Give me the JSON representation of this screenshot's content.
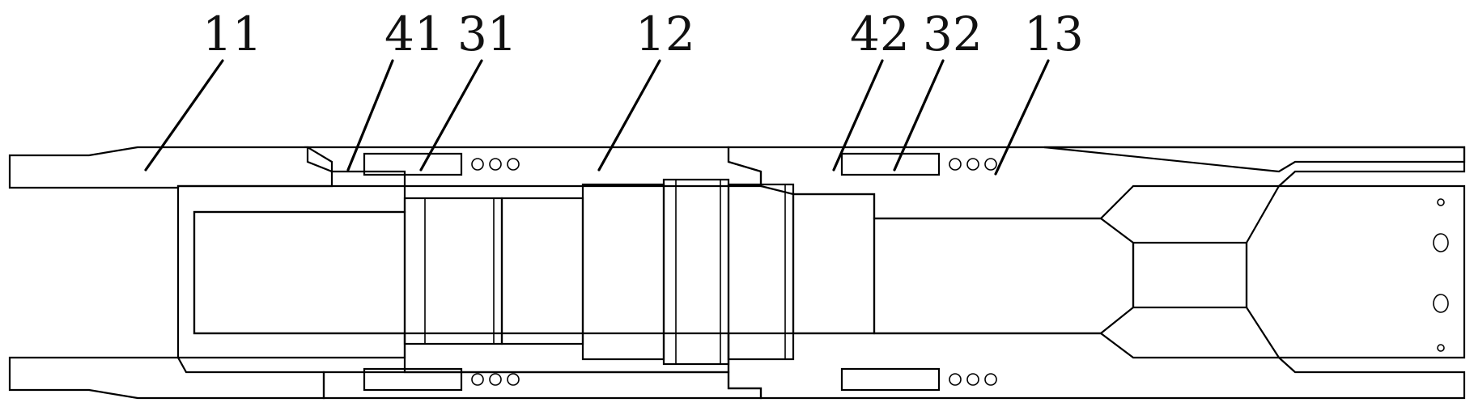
{
  "drawing": {
    "type": "cross-section",
    "colors": {
      "line": "#000000",
      "background": "#ffffff"
    }
  },
  "callouts": [
    {
      "id": "c11",
      "label": "11"
    },
    {
      "id": "c41",
      "label": "41"
    },
    {
      "id": "c31",
      "label": "31"
    },
    {
      "id": "c12",
      "label": "12"
    },
    {
      "id": "c42",
      "label": "42"
    },
    {
      "id": "c32",
      "label": "32"
    },
    {
      "id": "c13",
      "label": "13"
    }
  ]
}
